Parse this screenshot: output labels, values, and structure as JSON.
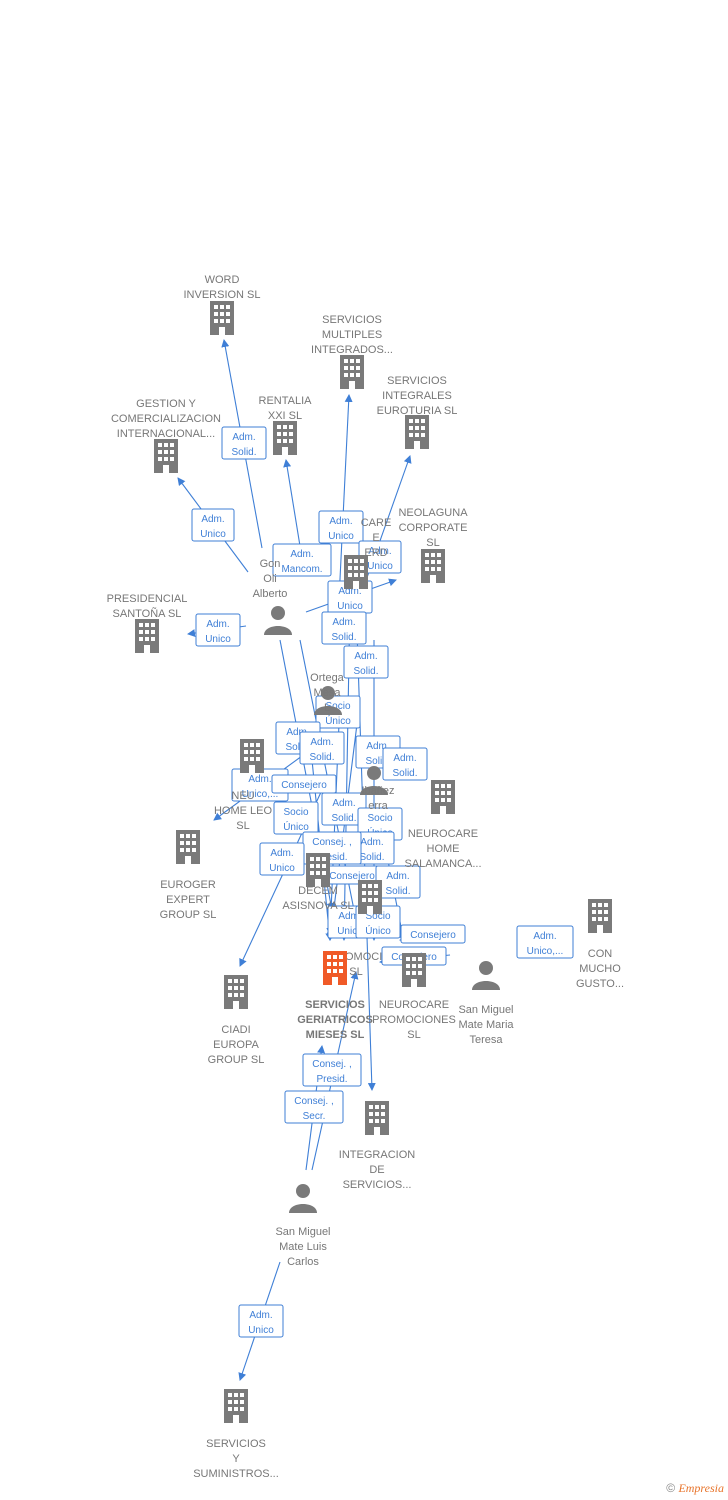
{
  "footer": {
    "copyright_symbol": "©",
    "brand": "Empresia"
  },
  "colors": {
    "edge": "#3f7fd6",
    "company": "#7a7a7a",
    "main_company": "#f05a28",
    "person": "#7a7a7a"
  },
  "nodes": [
    {
      "id": "word",
      "kind": "company",
      "lines": [
        "WORD",
        "INVERSION  SL"
      ]
    },
    {
      "id": "smi",
      "kind": "company",
      "lines": [
        "SERVICIOS",
        "MULTIPLES",
        "INTEGRADOS..."
      ]
    },
    {
      "id": "sieuroturia",
      "kind": "company",
      "lines": [
        "SERVICIOS",
        "INTEGRALES",
        "EUROTURIA SL"
      ]
    },
    {
      "id": "rentalia",
      "kind": "company",
      "lines": [
        "RENTALIA",
        "XXI  SL"
      ]
    },
    {
      "id": "gestion",
      "kind": "company",
      "lines": [
        "GESTION Y",
        "COMERCIALIZACION",
        "INTERNACIONAL..."
      ]
    },
    {
      "id": "neolaguna",
      "kind": "company",
      "lines": [
        "NEOLAGUNA",
        "CORPORATE",
        "SL"
      ]
    },
    {
      "id": "neuroccare",
      "kind": "company",
      "lines": [
        "CARE",
        "E",
        "ERD"
      ]
    },
    {
      "id": "presidencial",
      "kind": "company",
      "lines": [
        "PRESIDENCIAL",
        "SANTOÑA SL"
      ]
    },
    {
      "id": "gonzalez",
      "kind": "person",
      "lines": [
        "Gon",
        "Oli",
        "Alberto"
      ]
    },
    {
      "id": "ortega",
      "kind": "person",
      "lines": [
        "Ortega",
        "Mesa",
        "L"
      ]
    },
    {
      "id": "ibanez",
      "kind": "person",
      "lines": [
        "Ibañez",
        "erra"
      ]
    },
    {
      "id": "neuhome",
      "kind": "company",
      "lines": [
        "NEU",
        "HOME LEO",
        "SL"
      ]
    },
    {
      "id": "neusalamanca",
      "kind": "company",
      "lines": [
        "NEUROCARE",
        "HOME",
        "SALAMANCA..."
      ]
    },
    {
      "id": "euroger",
      "kind": "company",
      "lines": [
        "EUROGER",
        "EXPERT",
        "GROUP  SL"
      ]
    },
    {
      "id": "asisnova",
      "kind": "company",
      "lines": [
        "DECEM",
        "ASISNOVA  SL"
      ]
    },
    {
      "id": "promoc",
      "kind": "company",
      "lines": [
        "PROMOCI",
        "SL"
      ]
    },
    {
      "id": "conmucho",
      "kind": "company",
      "lines": [
        "CON",
        "MUCHO",
        "GUSTO..."
      ]
    },
    {
      "id": "main",
      "kind": "main",
      "lines": [
        "SERVICIOS",
        "GERIATRICOS",
        "MIESES  SL"
      ]
    },
    {
      "id": "neupromo",
      "kind": "company",
      "lines": [
        "NEUROCARE",
        "PROMOCIONES",
        "SL"
      ]
    },
    {
      "id": "smateresa",
      "kind": "person",
      "lines": [
        "San Miguel",
        "Mate Maria",
        "Teresa"
      ]
    },
    {
      "id": "ciadi",
      "kind": "company",
      "lines": [
        "CIADI",
        "EUROPA",
        "GROUP SL"
      ]
    },
    {
      "id": "integracion",
      "kind": "company",
      "lines": [
        "INTEGRACION",
        "DE",
        "SERVICIOS..."
      ]
    },
    {
      "id": "smluis",
      "kind": "person",
      "lines": [
        "San Miguel",
        "Mate Luis",
        "Carlos"
      ]
    },
    {
      "id": "ssuministros",
      "kind": "company",
      "lines": [
        "SERVICIOS",
        "Y",
        "SUMINISTROS..."
      ]
    }
  ],
  "edges": [
    {
      "from": "gonzalez",
      "to": "word"
    },
    {
      "from": "gonzalez",
      "to": "gestion"
    },
    {
      "from": "gonzalez",
      "to": "presidencial"
    },
    {
      "from": "gonzalez",
      "to": "rentalia"
    },
    {
      "from": "ortega",
      "to": "smi"
    },
    {
      "from": "ortega",
      "to": "sieuroturia"
    },
    {
      "from": "gonzalez",
      "to": "neolaguna"
    },
    {
      "from": "ortega",
      "to": "neuhome"
    },
    {
      "from": "ortega",
      "to": "ciadi"
    },
    {
      "from": "gonzalez",
      "to": "main"
    },
    {
      "from": "ortega",
      "to": "main"
    },
    {
      "from": "ibanez",
      "to": "main"
    },
    {
      "from": "ibanez",
      "to": "neupromo"
    },
    {
      "from": "smluis",
      "to": "main"
    },
    {
      "from": "smluis",
      "to": "integracion"
    },
    {
      "from": "smluis",
      "to": "ssuministros"
    },
    {
      "from": "smateresa",
      "to": "neupromo"
    }
  ],
  "tags": [
    "Adm. Solid.",
    "Adm. Unico",
    "Adm. Mancom.",
    "Adm. Unico",
    "Adm. Unico",
    "Adm. Unico",
    "Adm. Unico",
    "Adm. Solid.",
    "Adm. Solid.",
    "Socio Único",
    "Adm. Solid.",
    "Adm. Solid.",
    "Adm. Solid.",
    "Adm. Solid.",
    "Adm. Unico,...",
    "Consejero",
    "Socio Único",
    "Adm. Solid.",
    "Socio Único",
    "Adm. Solid.",
    "Consej. , Presid.",
    "Adm. Unico",
    "Consejero",
    "Adm. Solid.",
    "Adm. Unico",
    "Socio Único",
    "Consejero",
    "Consejero",
    "Adm. Unico,...",
    "Consej. , Presid.",
    "Consej. , Secr.",
    "Adm. Unico"
  ]
}
